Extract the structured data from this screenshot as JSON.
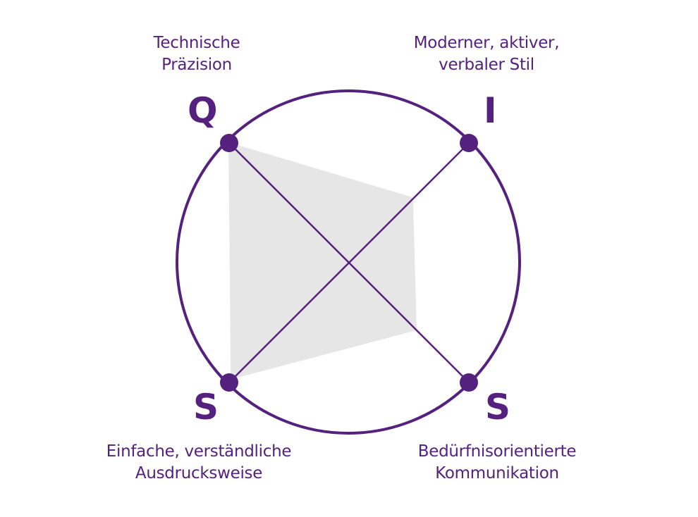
{
  "colors": {
    "accent": "#55217f",
    "fill": "#e6e6e6"
  },
  "axes": [
    {
      "letter": "Q",
      "label_line1": "Technische",
      "label_line2": "Präzision",
      "value": 1.0
    },
    {
      "letter": "I",
      "label_line1": "Moderner, aktiver,",
      "label_line2": "verbaler Stil",
      "value": 0.54
    },
    {
      "letter": "S",
      "label_line1": "Bedürfnisorientierte",
      "label_line2": "Kommunikation",
      "value": 0.57
    },
    {
      "letter": "S",
      "label_line1": "Einfache, verständliche",
      "label_line2": "Ausdrucksweise",
      "value": 0.98
    }
  ]
}
